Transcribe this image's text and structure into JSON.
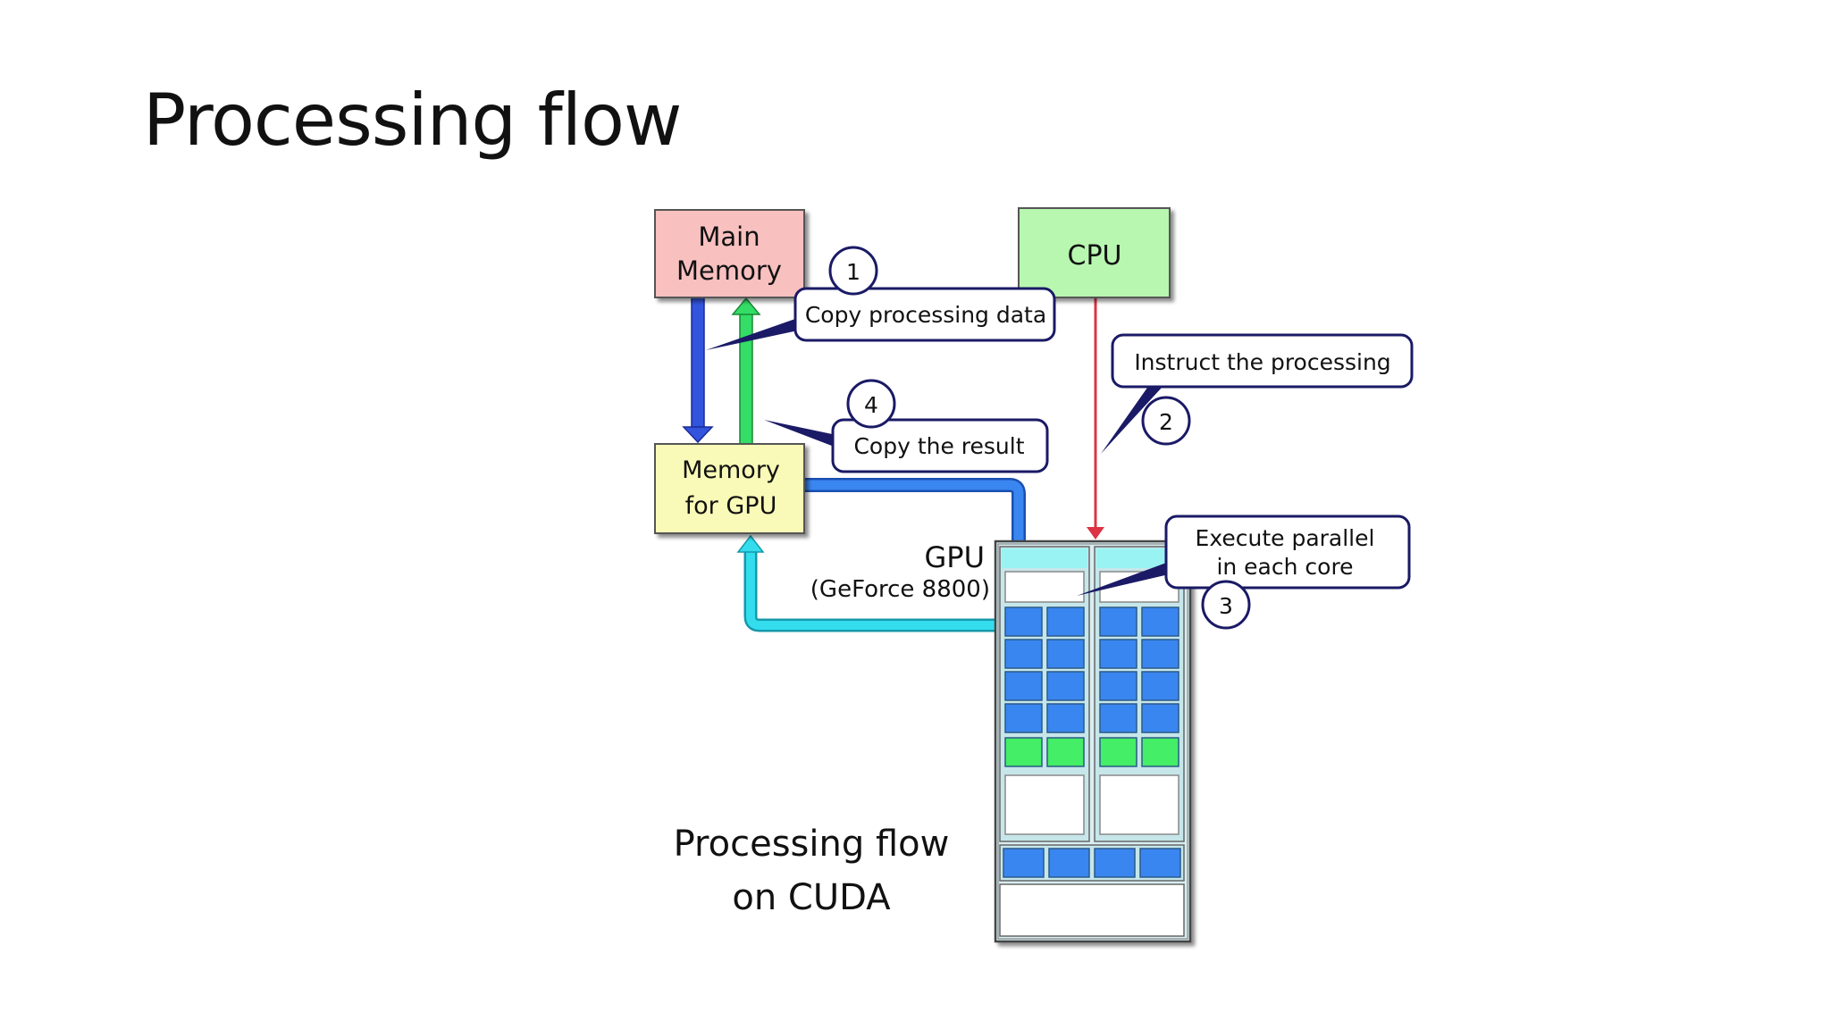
{
  "slide": {
    "title": "Processing flow"
  },
  "diagram": {
    "main_memory": {
      "line1": "Main",
      "line2": "Memory"
    },
    "cpu": {
      "label": "CPU"
    },
    "gpu_memory": {
      "line1": "Memory",
      "line2": "for GPU"
    },
    "gpu": {
      "name": "GPU",
      "model": "(GeForce 8800)"
    },
    "steps": [
      {
        "number": "1",
        "text": "Copy processing data"
      },
      {
        "number": "2",
        "text": "Instruct the processing"
      },
      {
        "number": "3",
        "line1": "Execute parallel",
        "line2": "in each core"
      },
      {
        "number": "4",
        "text": "Copy the result"
      }
    ],
    "caption": {
      "line1": "Processing flow",
      "line2": "on CUDA"
    }
  },
  "colors": {
    "main_memory_fill": "#f9c0c0",
    "cpu_fill": "#b8f7b0",
    "gpu_memory_fill": "#fafab8",
    "core_blue": "#3a86f0",
    "core_green": "#44ee66",
    "arrow_blue": "#3355dd",
    "arrow_green": "#33dd66",
    "arrow_cyan": "#33ddee",
    "arrow_red": "#dd3344",
    "callout_border": "#1a1a66"
  }
}
